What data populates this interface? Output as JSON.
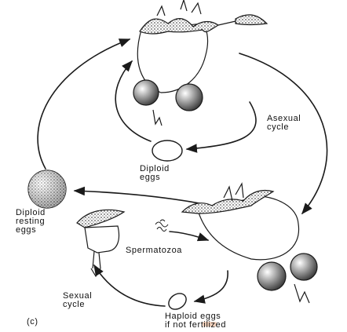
{
  "labels": {
    "asexual": [
      "Asexual",
      "cycle"
    ],
    "diploid_eggs": [
      "Diploid",
      "eggs"
    ],
    "diploid_resting": [
      "Diploid",
      "resting",
      "eggs"
    ],
    "spermatozoa": "Spermatozoa",
    "sexual": [
      "Sexual",
      "cycle"
    ],
    "haploid": [
      "Haploid eggs",
      "if not fertilized"
    ],
    "panel": "(c)"
  },
  "colors": {
    "ink": "#1a1a1a",
    "stipple": "#6e6e6e",
    "background": "#ffffff",
    "smudge": "#e8a070"
  }
}
